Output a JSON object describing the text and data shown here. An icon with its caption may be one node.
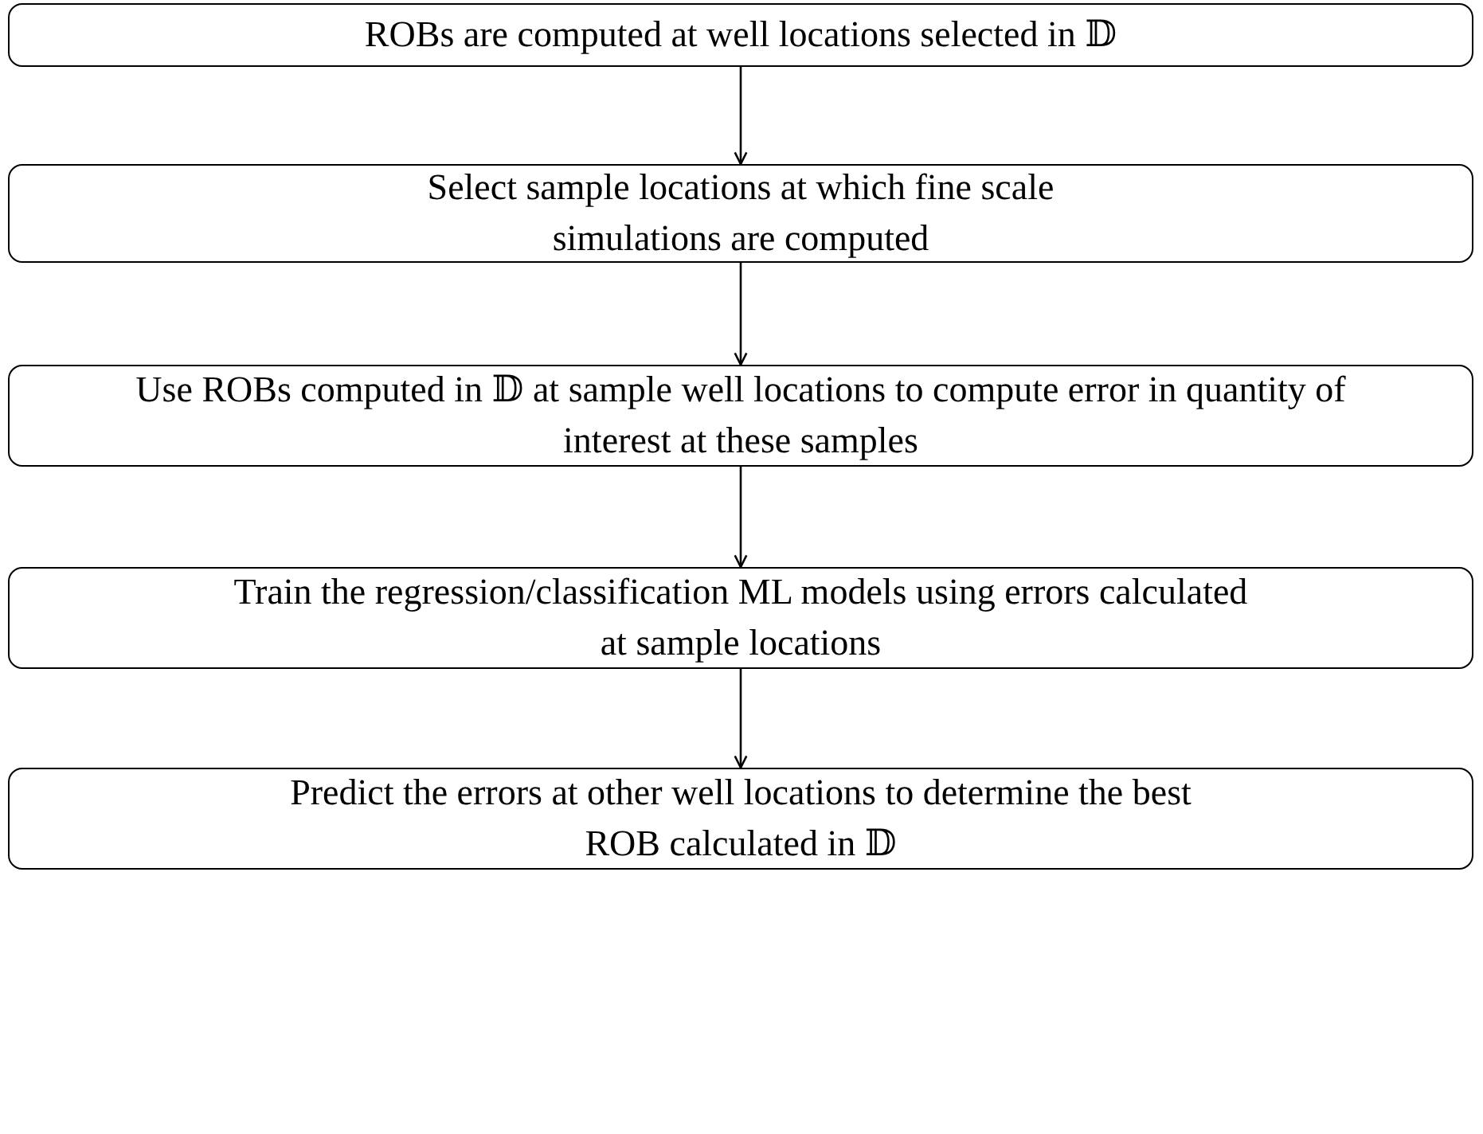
{
  "diagram": {
    "nodes": [
      {
        "text": [
          "ROBs are computed at well locations selected in 𝔻"
        ]
      },
      {
        "text": [
          "Select sample locations at which fine scale simulations are computed"
        ]
      },
      {
        "text": [
          "Use ROBs computed in 𝔻 at sample well locations to compute error in quantity of interest at these samples"
        ]
      },
      {
        "text": [
          "Train the regression/classification ML models using errors calculated at sample locations"
        ]
      },
      {
        "text": [
          "Predict the errors at other well locations to determine the best ROB calculated in 𝔻"
        ]
      }
    ],
    "edges": [
      {
        "from": 0,
        "to": 1,
        "arrow": "to"
      },
      {
        "from": 1,
        "to": 2,
        "arrow": "to"
      },
      {
        "from": 2,
        "to": 3,
        "arrow": "to"
      },
      {
        "from": 3,
        "to": 4,
        "arrow": "to"
      }
    ]
  }
}
